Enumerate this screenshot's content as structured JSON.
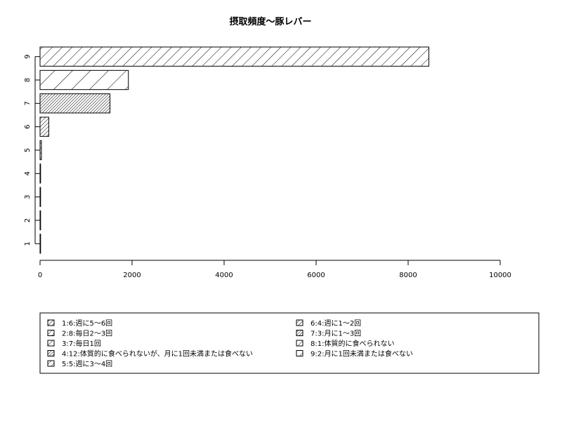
{
  "chart_data": {
    "type": "bar",
    "orientation": "horizontal",
    "title": "摂取頻度〜豚レバー",
    "xlabel": "",
    "ylabel": "",
    "xlim": [
      0,
      10000
    ],
    "x_ticks": [
      0,
      2000,
      4000,
      6000,
      8000,
      10000
    ],
    "categories": [
      "1",
      "2",
      "3",
      "4",
      "5",
      "6",
      "7",
      "8",
      "9"
    ],
    "values": [
      2,
      2,
      5,
      5,
      30,
      190,
      1520,
      1920,
      8450
    ],
    "grid": false,
    "bar_fill": "hatched",
    "legend": {
      "placement": "bottom",
      "columns": [
        [
          "1:6:週に5〜6回",
          "2:8:毎日2〜3回",
          "3:7:毎日1回",
          "4:12:体質的に食べられないが、月に1回未満または食べない",
          "5:5:週に3〜4回"
        ],
        [
          "6:4:週に1〜2回",
          "7:3:月に1〜3回",
          "8:1:体質的に食べられない",
          "9:2:月に1回未満または食べない"
        ]
      ]
    }
  },
  "colors": {
    "background": "#ffffff",
    "stroke": "#000000"
  }
}
